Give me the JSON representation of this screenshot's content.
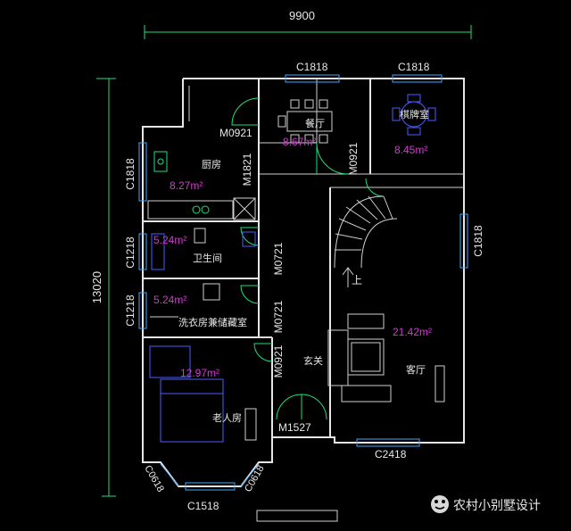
{
  "dimensions": {
    "total_width": "9900",
    "total_height": "13020"
  },
  "windows": {
    "dining_top": "C1818",
    "chess_top": "C1818",
    "kitchen_left": "C1818",
    "living_right": "C1818",
    "bath_left": "C1218",
    "laundry_left": "C1218",
    "living_bottom": "C2418",
    "elder_bottom": "C1518",
    "bay_left": "C0618",
    "bay_right": "C0618"
  },
  "doors": {
    "kitchen_outer": "M0921",
    "kitchen_inner": "M1821",
    "dining": "M0921",
    "bath": "M0721",
    "laundry": "M0721",
    "elder": "M0921",
    "entry": "M1527"
  },
  "rooms": {
    "kitchen": {
      "name": "厨房",
      "area": "8.27m²"
    },
    "dining": {
      "name": "餐厅",
      "area": "8.67m²"
    },
    "chess": {
      "name": "棋牌室",
      "area": "8.45m²"
    },
    "bath": {
      "name": "卫生间",
      "area": "5.24m²"
    },
    "laundry": {
      "name": "洗衣房兼储藏室",
      "area": "5.24m²"
    },
    "elder": {
      "name": "老人房",
      "area": "12.97m²"
    },
    "foyer": {
      "name": "玄关"
    },
    "living": {
      "name": "客厅",
      "area": "21.42m²"
    },
    "stair": {
      "label": "上"
    }
  },
  "watermark": {
    "text": "农村小别墅设计"
  }
}
